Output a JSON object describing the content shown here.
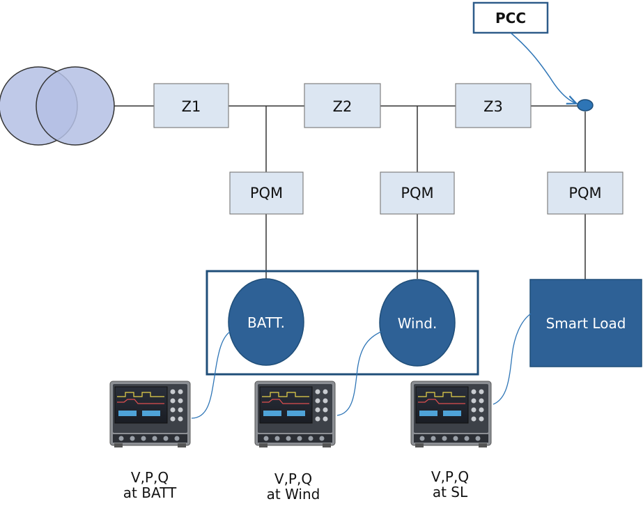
{
  "pcc": {
    "label": "PCC"
  },
  "impedances": [
    {
      "label": "Z1"
    },
    {
      "label": "Z2"
    },
    {
      "label": "Z3"
    }
  ],
  "meters": [
    {
      "label": "PQM"
    },
    {
      "label": "PQM"
    },
    {
      "label": "PQM"
    }
  ],
  "sources": {
    "battery": {
      "label": "BATT."
    },
    "wind": {
      "label": "Wind."
    },
    "smart_load": {
      "label": "Smart Load"
    }
  },
  "scopes": [
    {
      "line1": "V,P,Q",
      "line2": "at BATT"
    },
    {
      "line1": "V,P,Q",
      "line2": "at Wind"
    },
    {
      "line1": "V,P,Q",
      "line2": "at SL"
    }
  ],
  "colors": {
    "line": "#333333",
    "box_fill": "#dce6f2",
    "box_stroke": "#808080",
    "source_fill": "#2e6196",
    "group_stroke": "#1f4e79",
    "transformer_fill": "#b4c0e4",
    "pcc_stroke": "#2e5c8a",
    "pcc_dot": "#2e75b6"
  }
}
